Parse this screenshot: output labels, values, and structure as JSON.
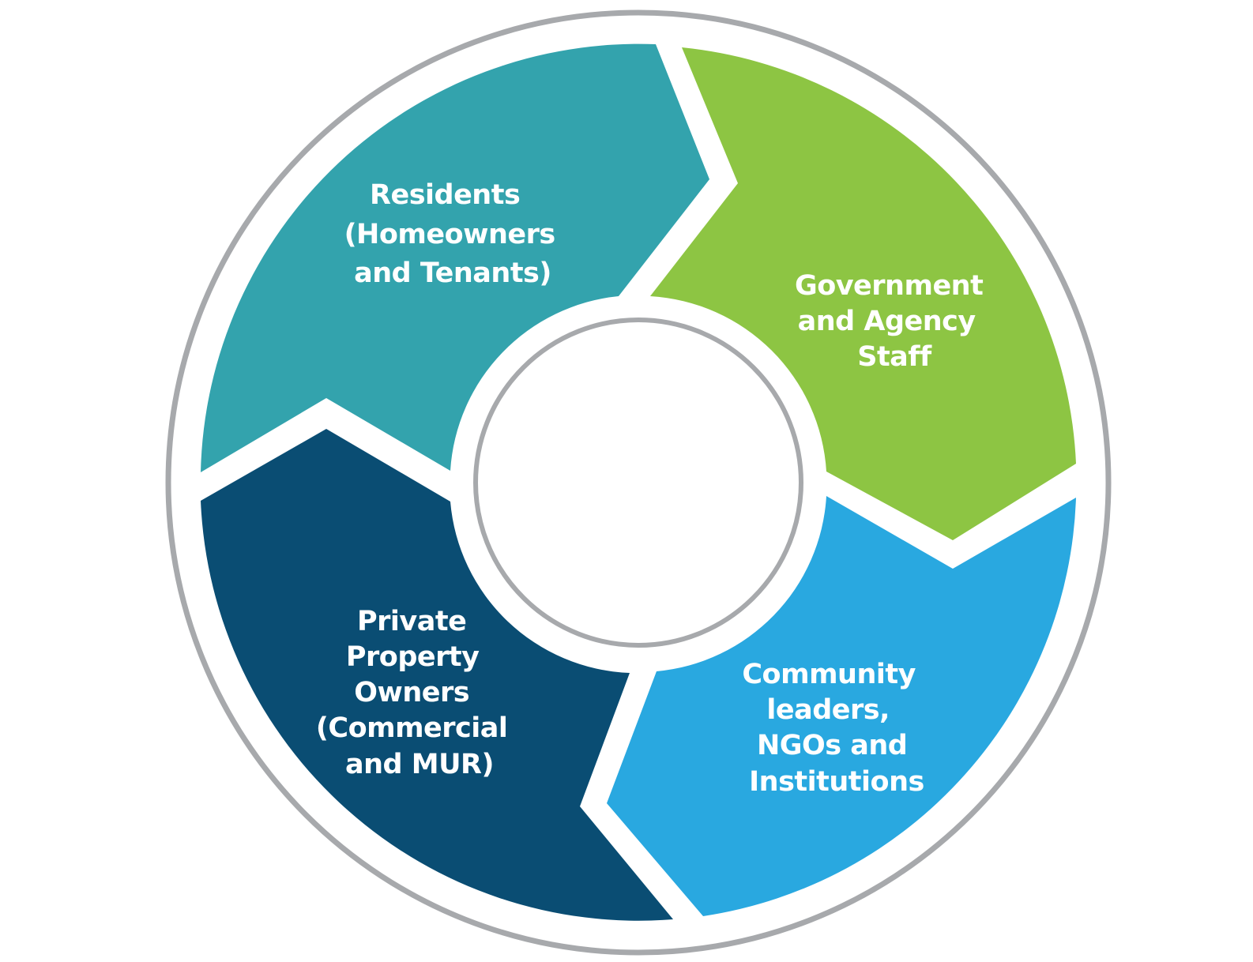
{
  "diagram": {
    "colors": {
      "ring_outline": "#a7a9ac",
      "residents": "#33a3ad",
      "government": "#8dc543",
      "community": "#29a8e0",
      "private": "#0a4d73",
      "label_text": "#ffffff"
    },
    "segments": [
      {
        "id": "residents",
        "lines": [
          "Residents",
          "(Homeowners",
          "and Tenants)"
        ]
      },
      {
        "id": "government",
        "lines": [
          "Government",
          "and Agency",
          "Staff"
        ]
      },
      {
        "id": "community",
        "lines": [
          "Community",
          "leaders,",
          "NGOs and",
          "Institutions"
        ]
      },
      {
        "id": "private",
        "lines": [
          "Private",
          "Property",
          "Owners",
          "(Commercial",
          "and MUR)"
        ]
      }
    ]
  }
}
